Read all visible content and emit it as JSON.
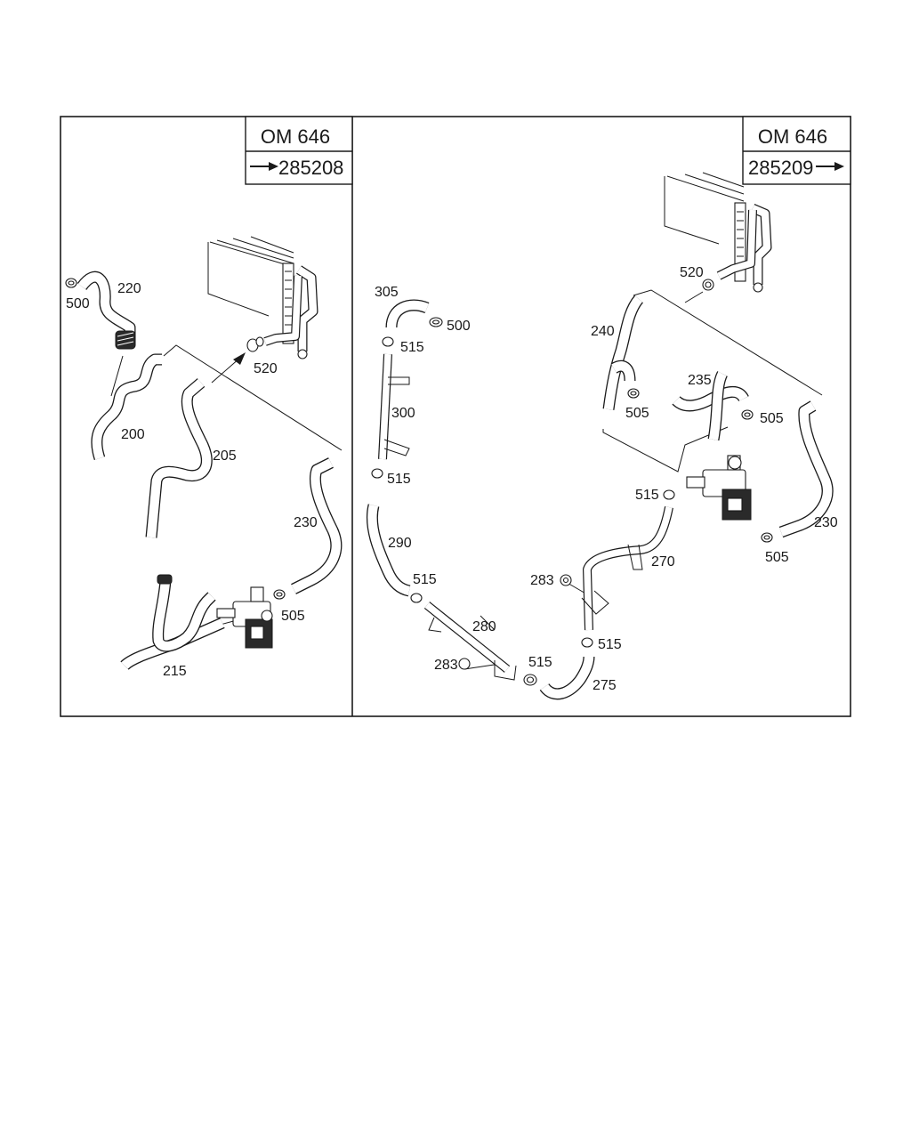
{
  "left_panel": {
    "engine": "OM 646",
    "serial": "285208",
    "labels": {
      "p500": "500",
      "p220": "220",
      "p200": "200",
      "p205": "205",
      "p520": "520",
      "p230": "230",
      "p505": "505",
      "p215": "215"
    }
  },
  "right_panel": {
    "engine": "OM 646",
    "serial": "285209",
    "labels": {
      "p305": "305",
      "p500": "500",
      "p515a": "515",
      "p300": "300",
      "p515b": "515",
      "p290": "290",
      "p515c": "515",
      "p280": "280",
      "p283a": "283",
      "p515d": "515",
      "p275": "275",
      "p515e": "515",
      "p283b": "283",
      "p270": "270",
      "p515f": "515",
      "p520": "520",
      "p240": "240",
      "p505a": "505",
      "p235": "235",
      "p505b": "505",
      "p230": "230",
      "p505c": "505"
    }
  }
}
